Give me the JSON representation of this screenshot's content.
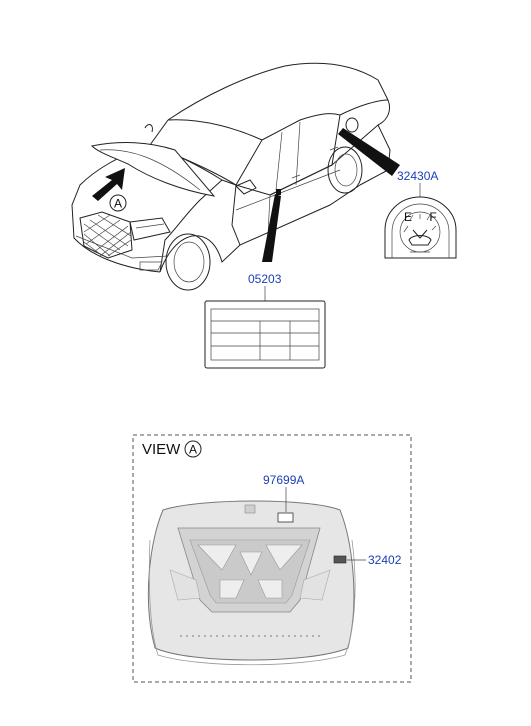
{
  "parts": {
    "fuel_door_label": "32430A",
    "vehicle_label": "05203",
    "hood_label_top": "97699A",
    "hood_label_side": "32402"
  },
  "view": {
    "prefix": "VIEW",
    "marker": "A"
  },
  "callout_marker": "A",
  "fuel_gauge_letters": {
    "empty": "E",
    "full": "F"
  },
  "colors": {
    "label_blue": "#1a3fb8",
    "line": "#222222",
    "hood_fill": "#e4e4e4",
    "hood_shade": "#c9c9c9"
  }
}
